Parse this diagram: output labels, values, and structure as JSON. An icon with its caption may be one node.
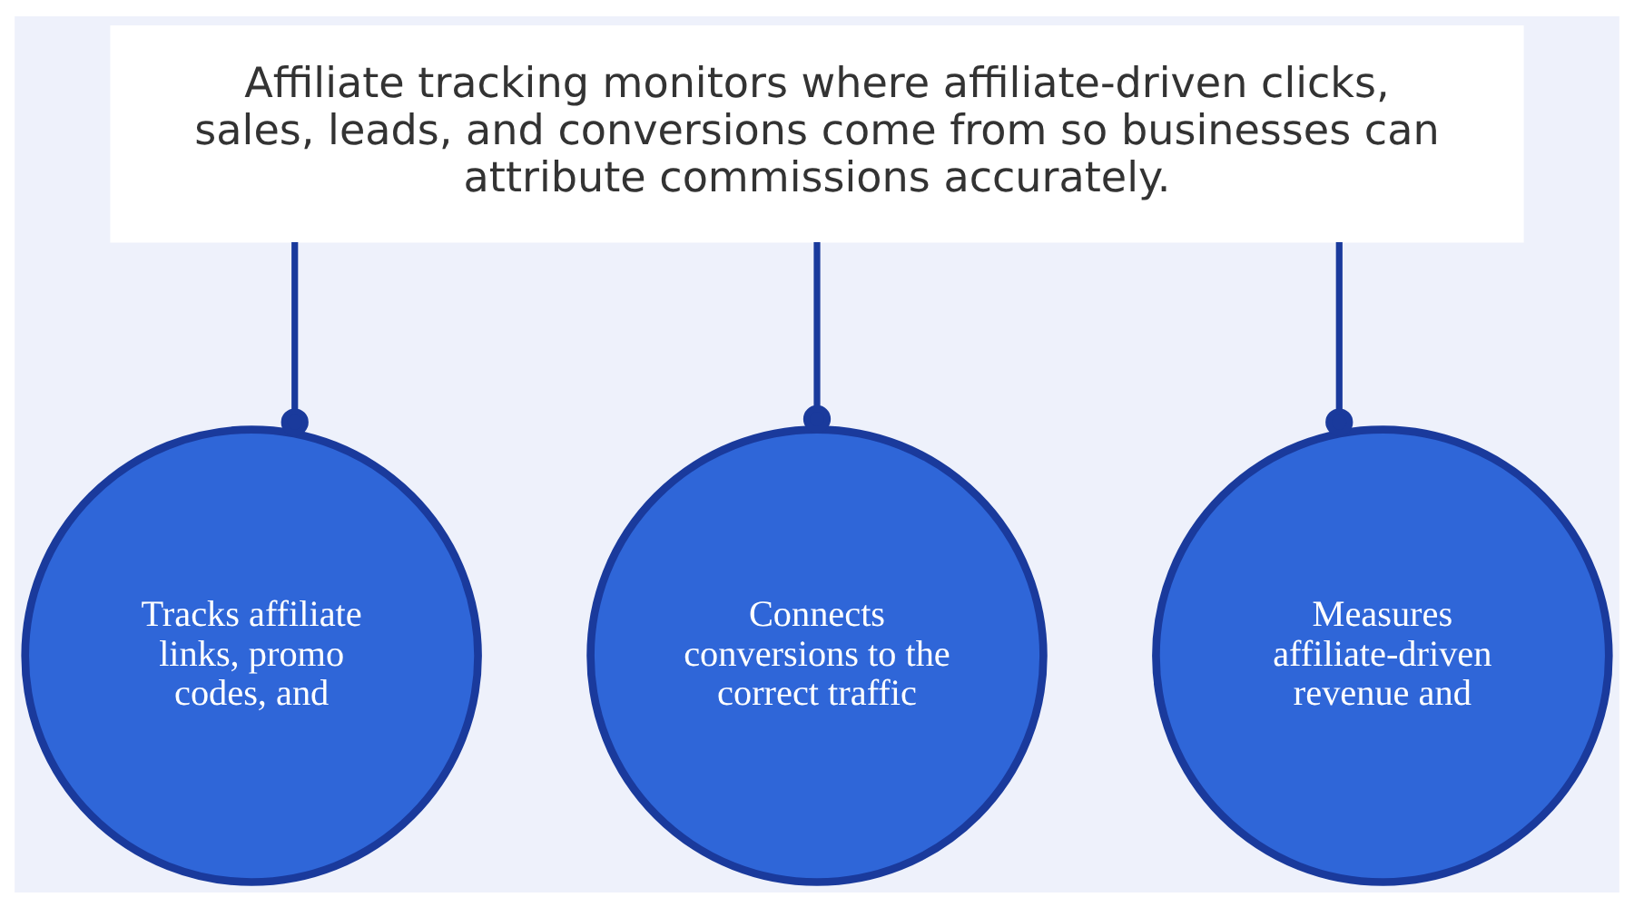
{
  "diagram": {
    "nodes": [
      {
        "text": [
          "Affiliate tracking monitors where affiliate-driven clicks, sales, leads, and conversions come from so businesses can attribute commissions accurately."
        ]
      },
      {
        "text": [
          "Tracks affiliate links, promo codes, and"
        ]
      },
      {
        "text": [
          "Connects conversions to the correct traffic"
        ]
      },
      {
        "text": [
          "Measures affiliate-driven revenue and"
        ]
      }
    ],
    "edges": [
      {
        "from": 0,
        "to": 1,
        "arrow": "other"
      },
      {
        "from": 0,
        "to": 2,
        "arrow": "other"
      },
      {
        "from": 0,
        "to": 3,
        "arrow": "other"
      }
    ]
  }
}
